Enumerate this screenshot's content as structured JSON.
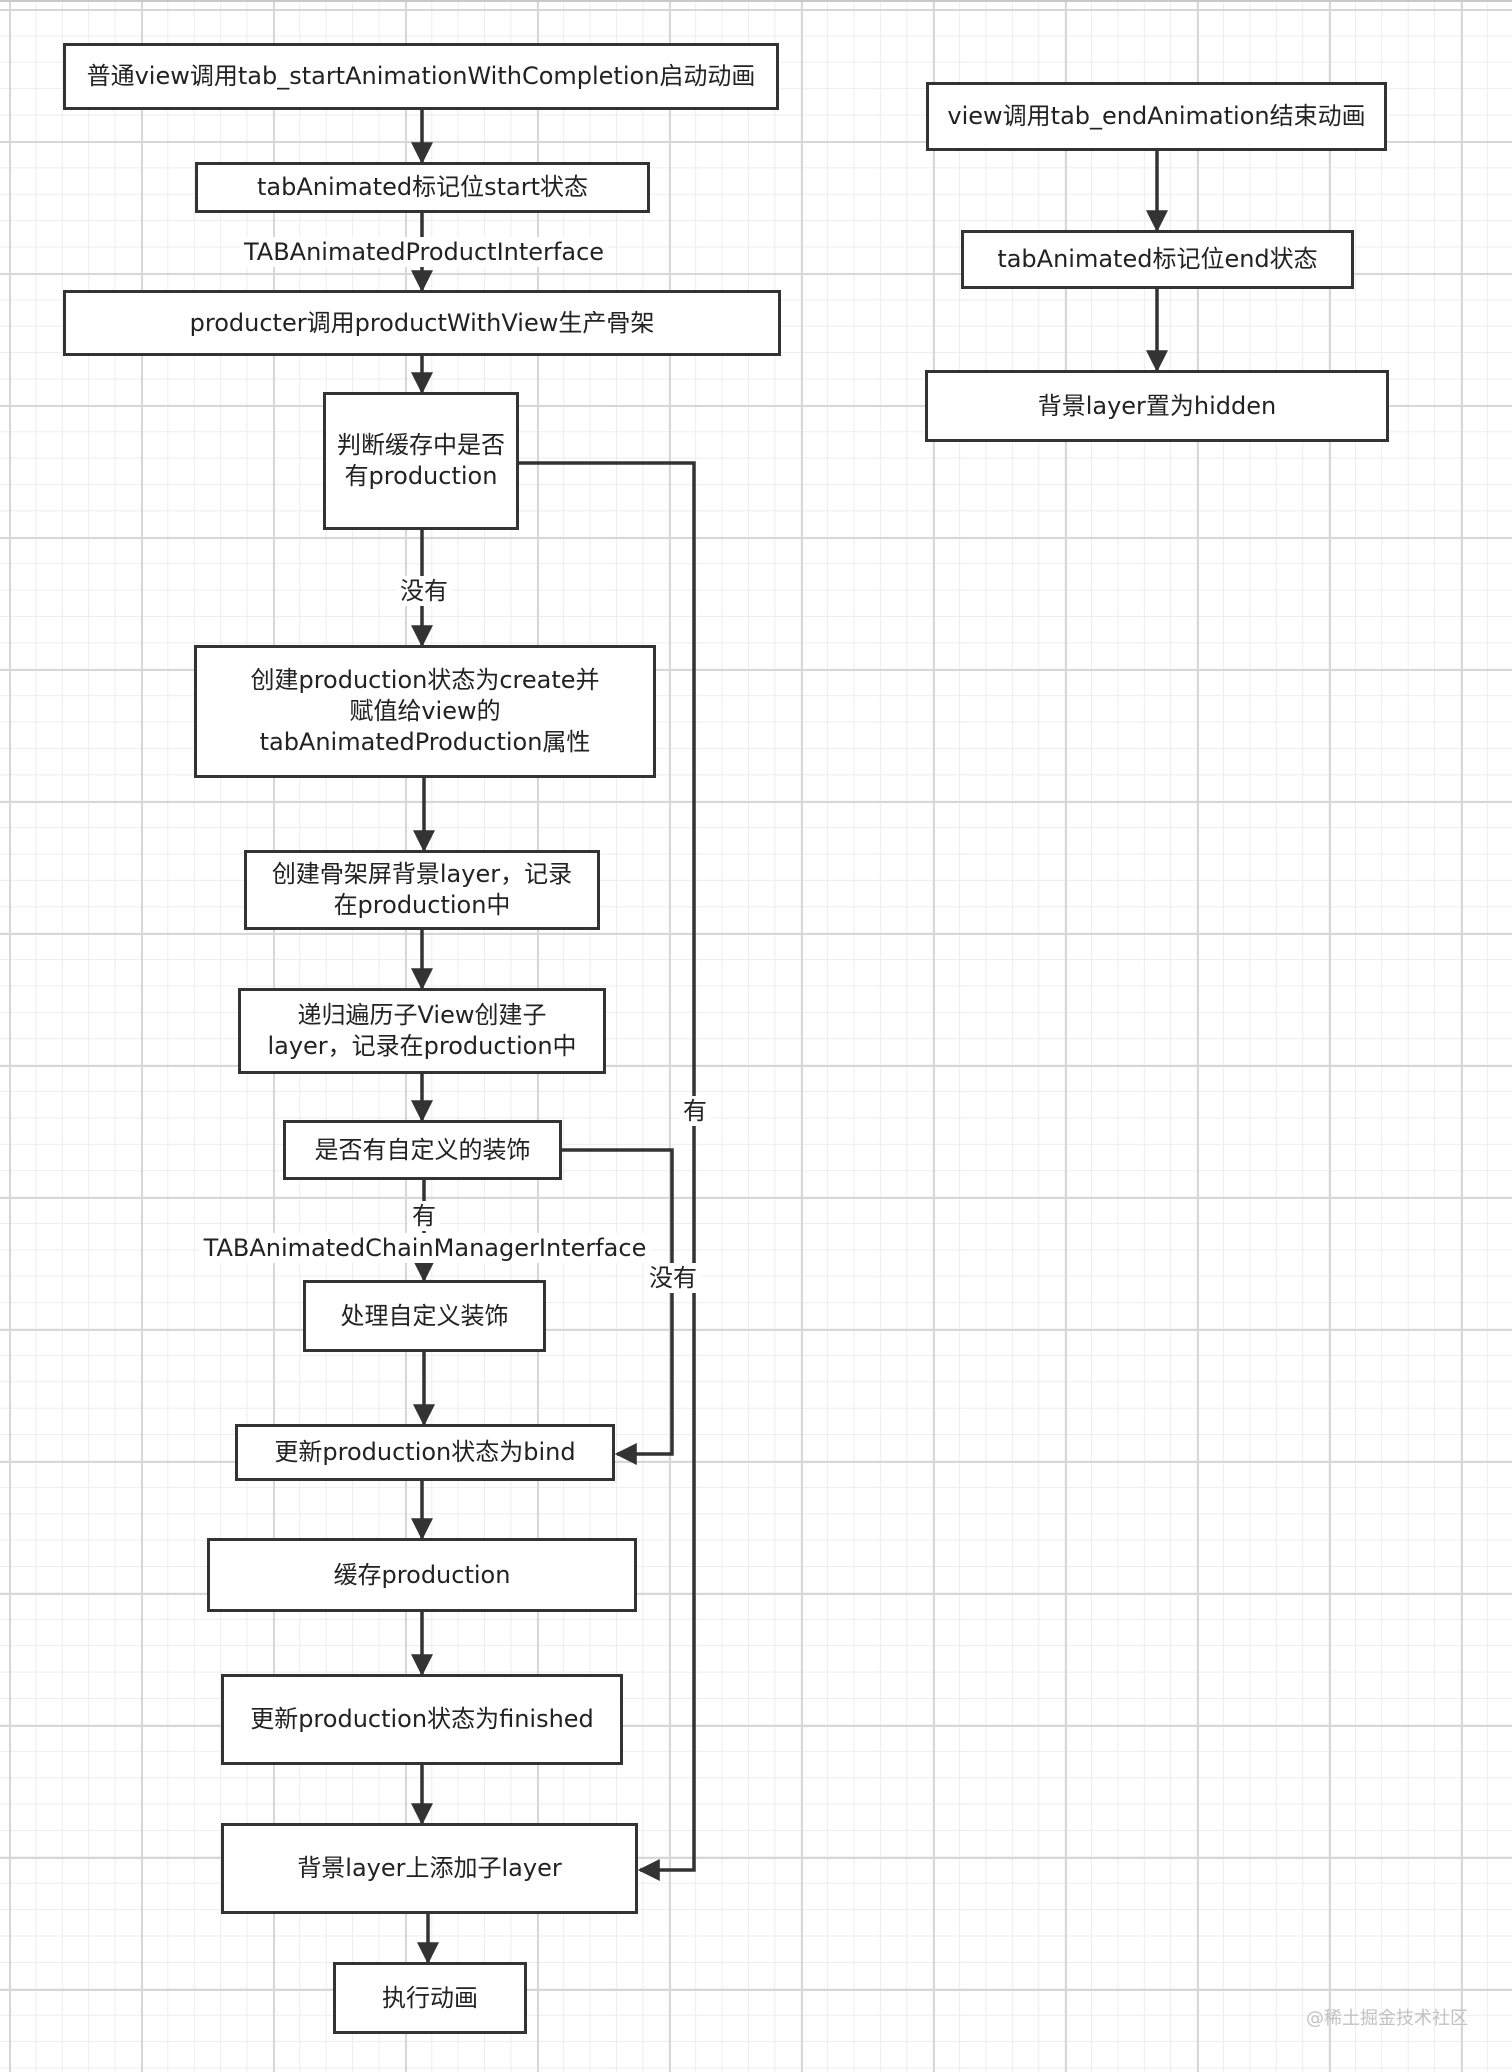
{
  "nodes": {
    "start": "普通view调用tab_startAnimationWithCompletion启动动画",
    "mark_start": "tabAnimated标记位start状态",
    "producer": "producter调用productWithView生产骨架",
    "check_cache": "判断缓存中是否有production",
    "create_production": "创建production状态为create并赋值给view的tabAnimatedProduction属性",
    "create_layer": "创建骨架屏背景layer，记录在production中",
    "recursive": "递归遍历子View创建子layer，记录在production中",
    "check_decor": "是否有自定义的装饰",
    "handle_decor": "处理自定义装饰",
    "update_bind": "更新production状态为bind",
    "cache": "缓存production",
    "update_finished": "更新production状态为finished",
    "add_sublayer": "背景layer上添加子layer",
    "run": "执行动画",
    "end": "view调用tab_endAnimation结束动画",
    "mark_end": "tabAnimated标记位end状态",
    "hidden": "背景layer置为hidden"
  },
  "edge_labels": {
    "product_interface": "TABAnimatedProductInterface",
    "no_cache": "没有",
    "has_cache": "有",
    "has_decor": "有",
    "chain_interface": "TABAnimatedChainManagerInterface",
    "no_decor": "没有"
  },
  "watermark": "@稀土掘金技术社区",
  "colors": {
    "stroke": "#333333",
    "grid": "#d7d7d7",
    "text": "#222222"
  }
}
